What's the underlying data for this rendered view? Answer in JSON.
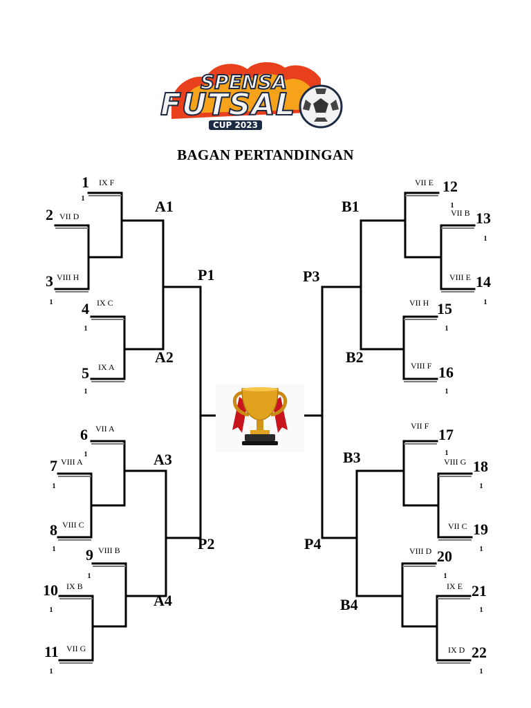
{
  "logo": {
    "line1": "SPENSA",
    "line2": "FUTSAL",
    "line3": "CUP 2023",
    "colors": {
      "flame": "#e8401c",
      "flame_light": "#f7a21b",
      "outline": "#1d2a44"
    }
  },
  "title": "BAGAN PERTANDINGAN",
  "slots": [
    {
      "num": "1",
      "team": "IX F"
    },
    {
      "num": "2",
      "team": "VII D"
    },
    {
      "num": "3",
      "team": "VIII H"
    },
    {
      "num": "4",
      "team": "IX C"
    },
    {
      "num": "5",
      "team": "IX A"
    },
    {
      "num": "6",
      "team": "VII A"
    },
    {
      "num": "7",
      "team": "VIII A"
    },
    {
      "num": "8",
      "team": "VIII C"
    },
    {
      "num": "9",
      "team": "VIII B"
    },
    {
      "num": "10",
      "team": "IX B"
    },
    {
      "num": "11",
      "team": "VII G"
    },
    {
      "num": "12",
      "team": "VII E"
    },
    {
      "num": "13",
      "team": "VII B"
    },
    {
      "num": "14",
      "team": "VIII E"
    },
    {
      "num": "15",
      "team": "VII H"
    },
    {
      "num": "16",
      "team": "VIII F"
    },
    {
      "num": "17",
      "team": "VII F"
    },
    {
      "num": "18",
      "team": "VIII G"
    },
    {
      "num": "19",
      "team": "VII C"
    },
    {
      "num": "20",
      "team": "VIII D"
    },
    {
      "num": "21",
      "team": "IX E"
    },
    {
      "num": "22",
      "team": "IX D"
    }
  ],
  "slot_marks": [
    "1",
    "1",
    "1",
    "1",
    "1",
    "1",
    "1",
    "1",
    "1",
    "1",
    "1",
    "1",
    "1",
    "1",
    "1",
    "1",
    "1",
    "1",
    "1",
    "1",
    "1"
  ],
  "rounds": [
    "A1",
    "A2",
    "A3",
    "A4",
    "B1",
    "B2",
    "B3",
    "B4",
    "P1",
    "P2",
    "P3",
    "P4"
  ],
  "trophy": {
    "icon": "trophy-icon",
    "colors": {
      "gold": "#e0a21f",
      "ribbon": "#c8141c"
    }
  }
}
